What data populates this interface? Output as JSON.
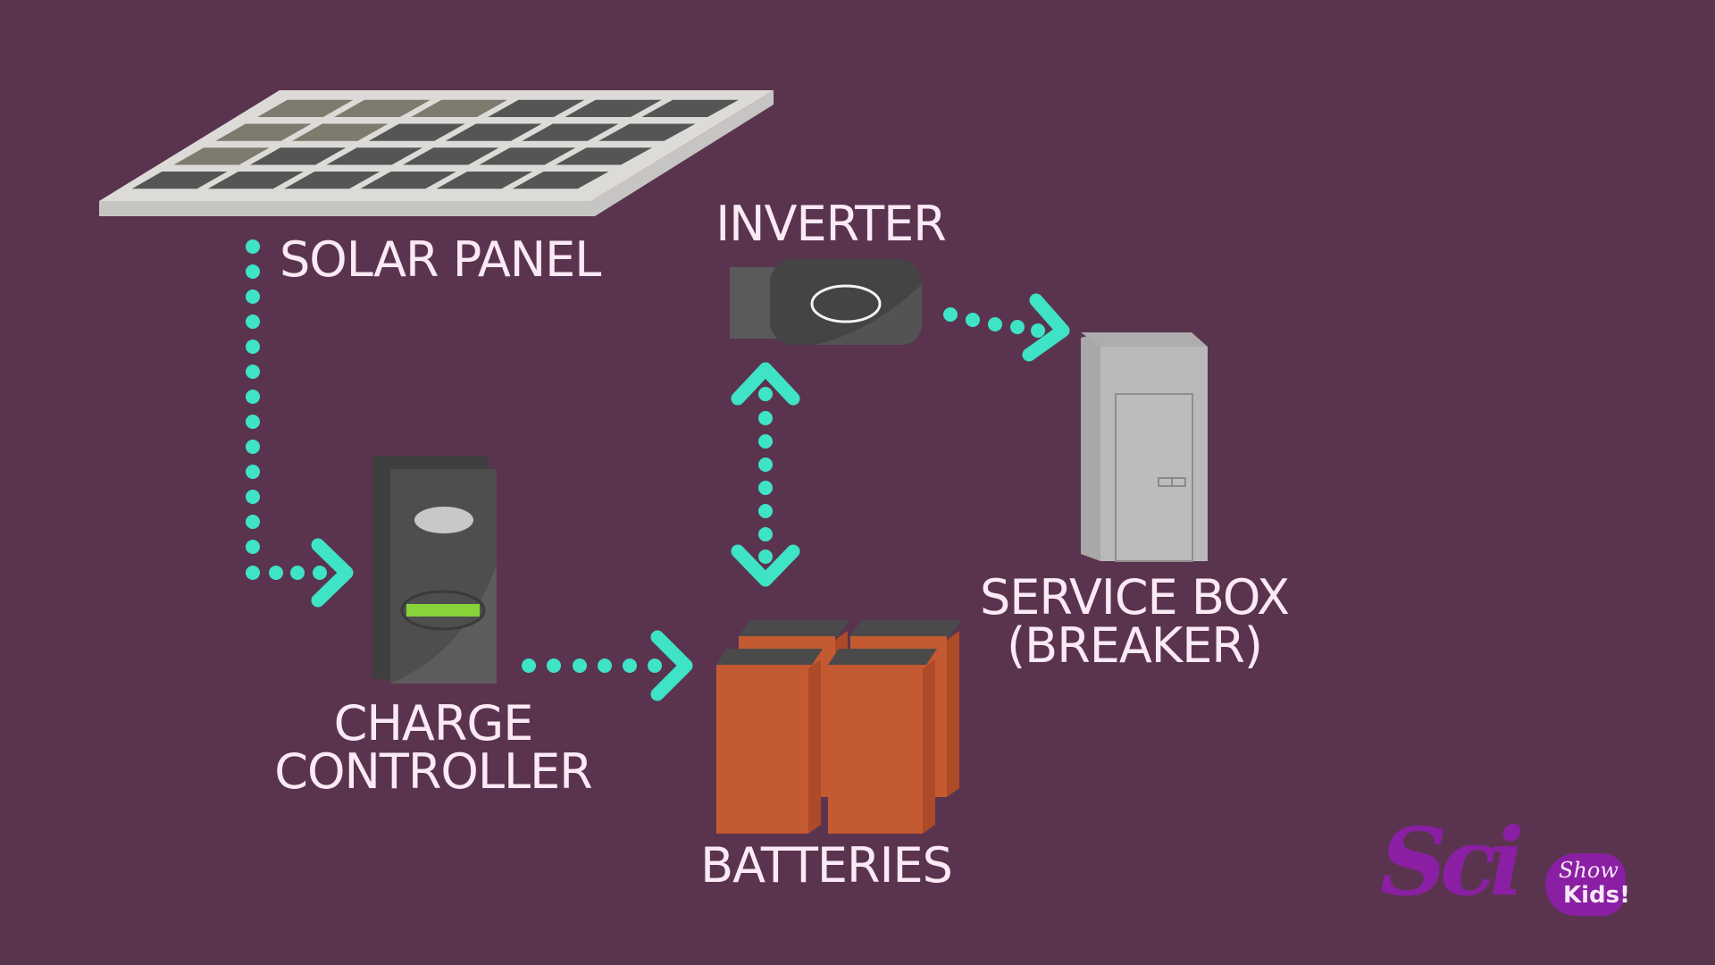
{
  "diagram": {
    "title": "Off-grid solar power system",
    "background_color": "#5a344f",
    "arrow_color": "#3fe3c6",
    "text_color": "#fbeaf6",
    "nodes": [
      {
        "id": "solar_panel",
        "label_lines": [
          "SOLAR PANEL"
        ],
        "icon": "solar-panel-icon"
      },
      {
        "id": "charge_controller",
        "label_lines": [
          "CHARGE",
          "CONTROLLER"
        ],
        "icon": "charge-controller-icon"
      },
      {
        "id": "batteries",
        "label_lines": [
          "BATTERIES"
        ],
        "icon": "batteries-icon"
      },
      {
        "id": "inverter",
        "label_lines": [
          "INVERTER"
        ],
        "icon": "inverter-icon"
      },
      {
        "id": "service_box",
        "label_lines": [
          "SERVICE BOX",
          "(BREAKER)"
        ],
        "icon": "service-box-icon"
      }
    ],
    "edges": [
      {
        "from": "solar_panel",
        "to": "charge_controller",
        "style": "dotted-arrow",
        "direction": "one-way"
      },
      {
        "from": "charge_controller",
        "to": "batteries",
        "style": "dotted-arrow",
        "direction": "one-way"
      },
      {
        "from": "batteries",
        "to": "inverter",
        "style": "dotted-arrow",
        "direction": "two-way"
      },
      {
        "from": "inverter",
        "to": "service_box",
        "style": "dotted-arrow",
        "direction": "one-way"
      }
    ]
  },
  "labels": {
    "solar_panel": "SOLAR PANEL",
    "inverter": "INVERTER",
    "charge_line1": "CHARGE",
    "charge_line2": "CONTROLLER",
    "batteries": "BATTERIES",
    "service_line1": "SERVICE BOX",
    "service_line2": "(BREAKER)"
  },
  "logo": {
    "sci": "Sci",
    "show": "Show",
    "kids": "Kids!"
  },
  "colors": {
    "battery_body": "#c45a31",
    "battery_side": "#ad4a27",
    "battery_cap": "#4a4a4a",
    "panel_frame": "#d8d6d4",
    "panel_cell": "#555555",
    "device_dark": "#474747",
    "device_mid": "#5a5a5a",
    "service_box": "#b9b9b9",
    "indicator_green": "#86d43a",
    "logo_purple": "#8a1fa3"
  }
}
